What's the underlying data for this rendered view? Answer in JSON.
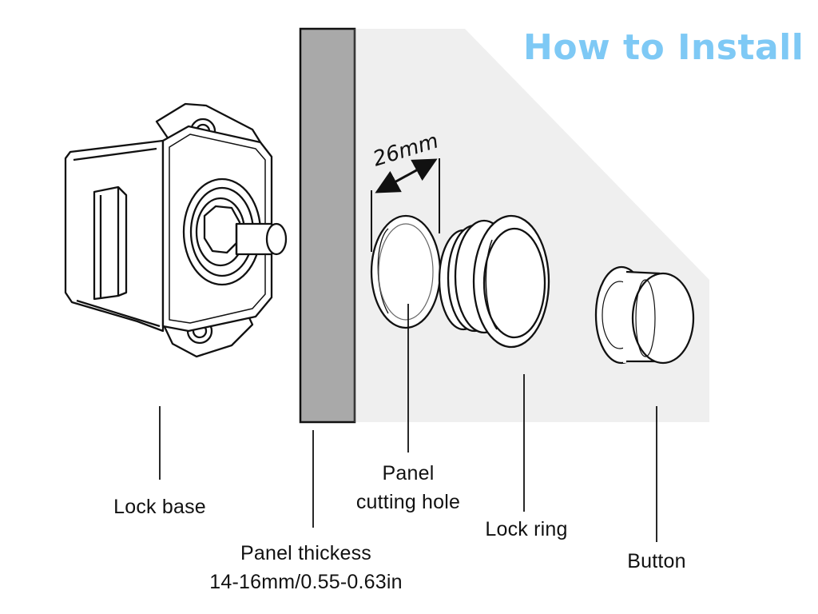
{
  "title": "How to Install",
  "colors": {
    "title": "#7ec9f5",
    "panel_face": "#efefef",
    "panel_edge": "#a9a9a9",
    "ink": "#111111"
  },
  "dimension": {
    "label": "26mm"
  },
  "labels": {
    "lock_base": "Lock base",
    "panel_thickness": [
      "Panel thickess",
      "14-16mm/0.55-0.63in"
    ],
    "panel_hole": [
      "Panel",
      "cutting hole"
    ],
    "lock_ring": "Lock ring",
    "button": "Button"
  }
}
